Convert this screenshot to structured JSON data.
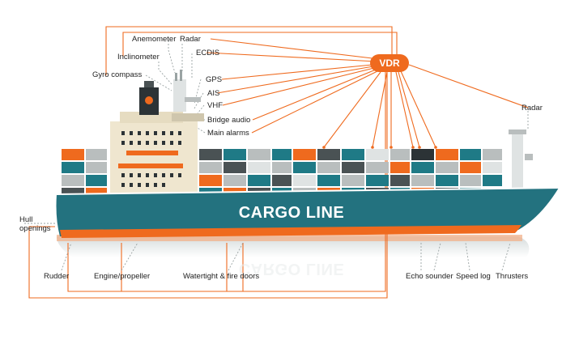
{
  "hub": {
    "label": "VDR",
    "color": "#ef6a1e"
  },
  "ship": {
    "name": "CARGO LINE",
    "hull_color": "#23727f",
    "boot_color": "#ef6a1e"
  },
  "labels": {
    "anemometer": "Anemometer",
    "radar_mast": "Radar",
    "inclinometer": "Inclinometer",
    "ecdis": "ECDIS",
    "gyro": "Gyro compass",
    "gps": "GPS",
    "ais": "AIS",
    "vhf": "VHF",
    "bridge_audio": "Bridge audio",
    "main_alarms": "Main alarms",
    "radar_bow": "Radar",
    "hull_openings_1": "Hull",
    "hull_openings_2": "openings",
    "rudder": "Rudder",
    "engine": "Engine/propeller",
    "doors": "Watertight & fire doors",
    "echo": "Echo sounder",
    "speed": "Speed log",
    "thrusters": "Thrusters"
  },
  "colors": {
    "line": "#ef6a1e",
    "container_orange": "#ef6a1e",
    "container_teal": "#1f7a86"
  }
}
